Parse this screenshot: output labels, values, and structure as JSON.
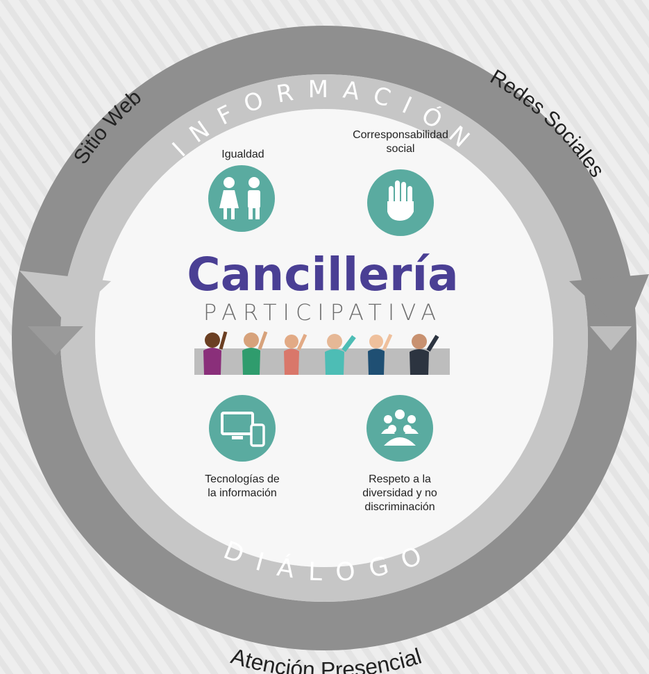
{
  "arcs": {
    "top_label": "INFORMACIÓN",
    "bottom_label": "DIÁLOGO"
  },
  "channels": {
    "website": "Sitio Web",
    "social": "Redes Sociales",
    "in_person": "Atención Presencial"
  },
  "brand": {
    "title": "Cancillería",
    "subtitle": "PARTICIPATIVA"
  },
  "values": [
    {
      "label": "Igualdad",
      "icon": "children-icon"
    },
    {
      "label": "Corresponsabilidad\nsocial",
      "icon": "hand-icon"
    },
    {
      "label": "Tecnologías de\nla información",
      "icon": "devices-icon"
    },
    {
      "label": "Respeto a la\ndiversidad y no\ndiscriminación",
      "icon": "group-icon"
    }
  ],
  "colors": {
    "teal": "#5aaba0",
    "purple": "#4a3f94",
    "ring_dark": "#8f8f8f",
    "ring_light": "#c8c8c8",
    "background": "#ececec"
  }
}
